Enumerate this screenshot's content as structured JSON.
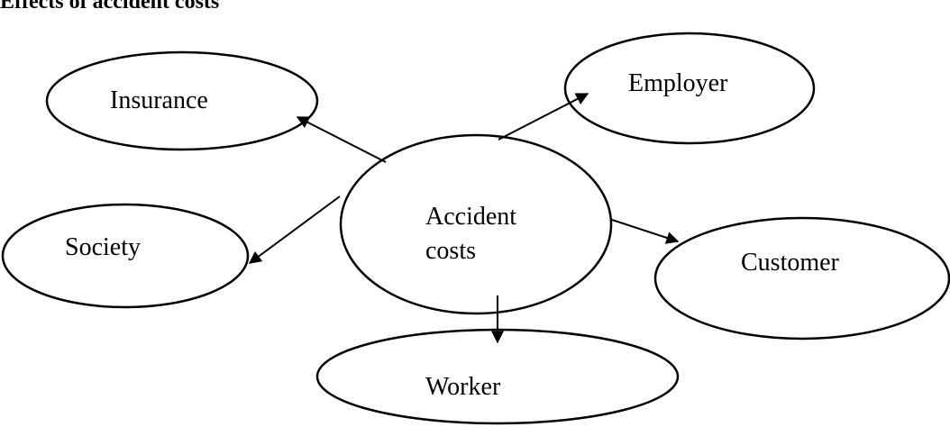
{
  "title": "Effects of accident costs",
  "center": {
    "line1": "Accident",
    "line2": "costs"
  },
  "nodes": {
    "insurance": "Insurance",
    "employer": "Employer",
    "society": "Society",
    "customer": "Customer",
    "worker": "Worker"
  },
  "colors": {
    "stroke": "#000000",
    "background": "#ffffff"
  }
}
